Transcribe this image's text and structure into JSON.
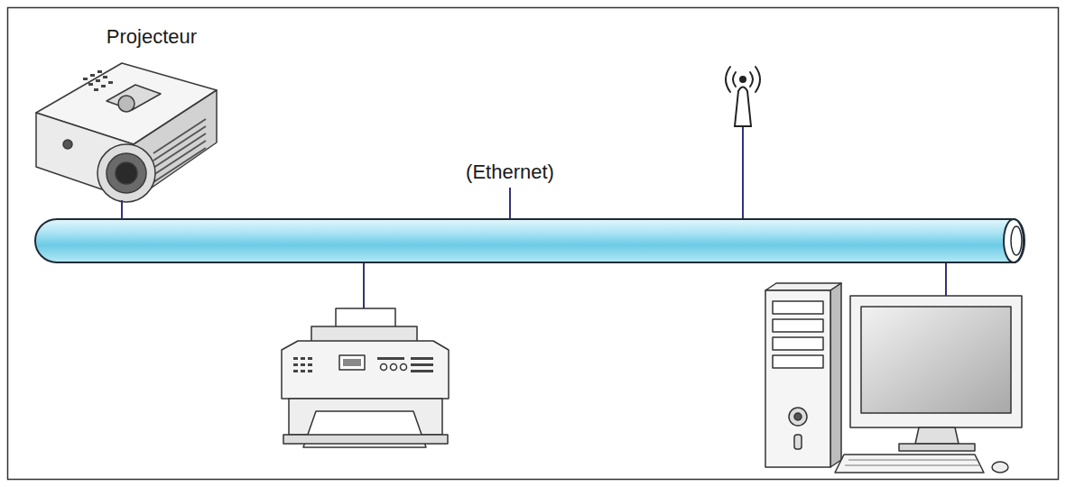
{
  "diagram": {
    "nodes": [
      {
        "text": [
          "Projecteur"
        ]
      },
      {
        "text": [
          "(Ethernet)"
        ]
      }
    ],
    "edges": [
      {
        "from": 0,
        "to": 1,
        "arrow": "none"
      }
    ]
  }
}
